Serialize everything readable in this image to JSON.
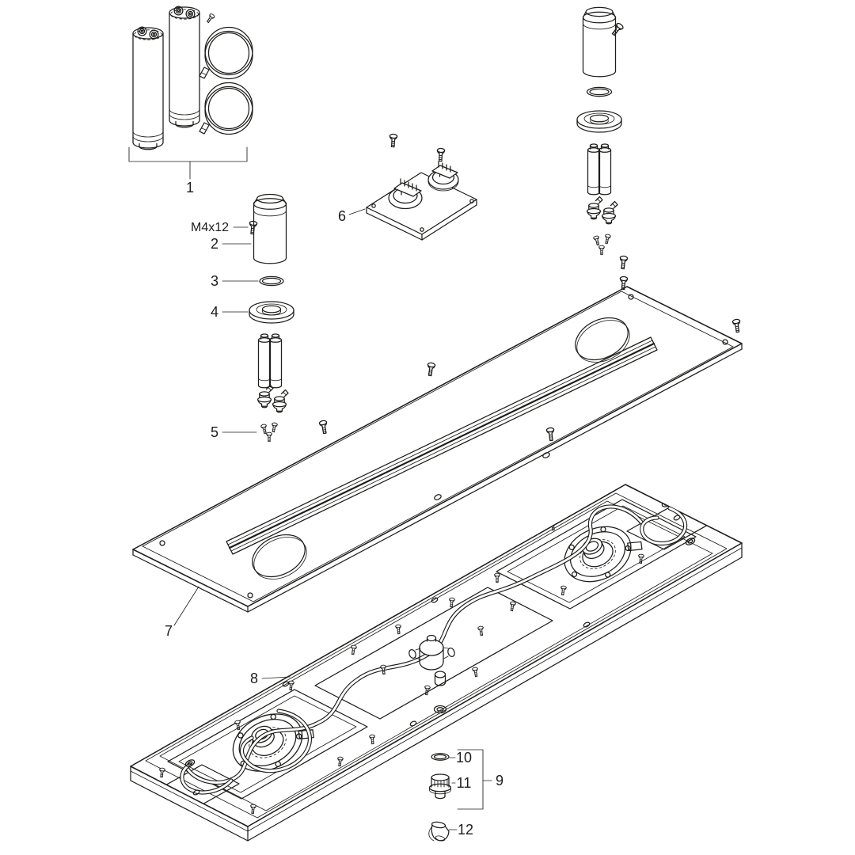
{
  "diagram": {
    "kind": "exploded-spare-parts-diagram",
    "background_color": "#ffffff",
    "line_color": "#1d1d1b",
    "callouts": {
      "part1": "1",
      "part2": "2",
      "part3": "3",
      "part4": "4",
      "part5": "5",
      "part6": "6",
      "part7": "7",
      "part8": "8",
      "part9": "9",
      "part10": "10",
      "part11": "11",
      "part12": "12",
      "screw_spec": "M4x12"
    }
  }
}
